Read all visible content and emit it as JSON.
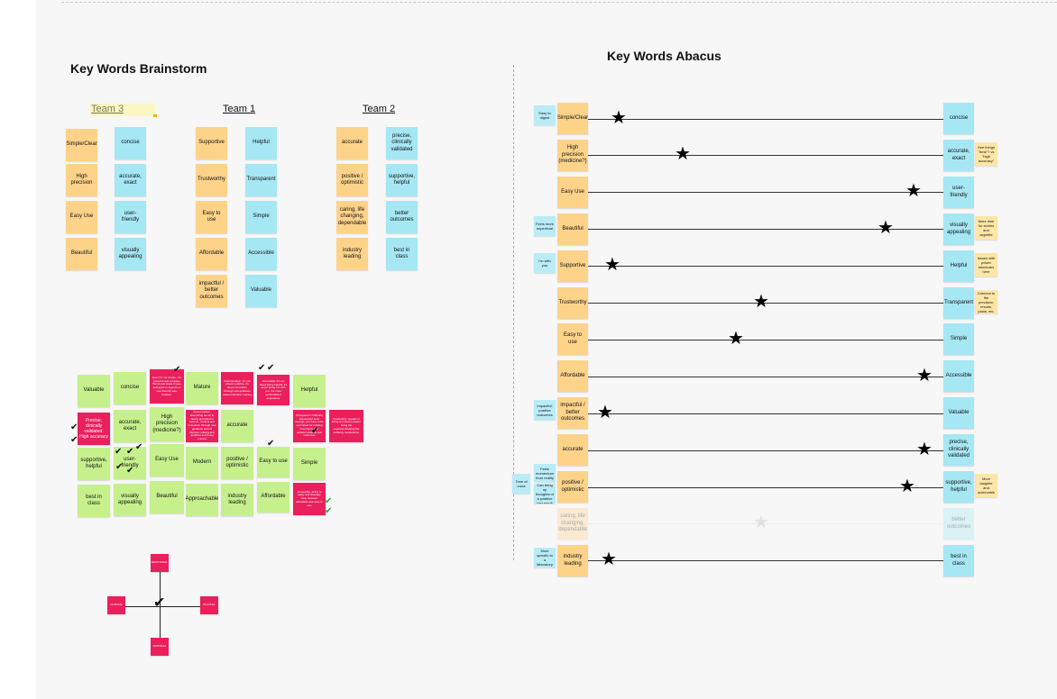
{
  "brainstorm": {
    "title": "Key Words Brainstorm",
    "teams": [
      "Team 3",
      "Team 1",
      "Team 2"
    ],
    "team3": {
      "yellow": [
        "Simple/Clear",
        "High precision",
        "Easy Use",
        "Beautiful"
      ],
      "blue": [
        "concise",
        "accurate, exact",
        "user-friendly",
        "visually appealing"
      ]
    },
    "team1": {
      "yellow": [
        "Supportive",
        "Trustworthy",
        "Easy to use",
        "Affordable",
        "impactful / better outcomes"
      ],
      "blue": [
        "Helpful",
        "Transparent",
        "Simple",
        "Accessible",
        "Valuable"
      ]
    },
    "team2": {
      "yellow": [
        "accurate",
        "positive / optimistic",
        "caring, life changing, dependable",
        "industry leading"
      ],
      "blue": [
        "precise, clinically validated",
        "supportive, helpful",
        "better outcomes",
        "best in class"
      ]
    }
  },
  "affinity": {
    "green": [
      "Valuable",
      "concise",
      "Mature",
      "Helpful",
      "High precision (medicine?)",
      "accurate, exact",
      "accurate",
      "supportive, helpful",
      "user-friendly",
      "Easy Use",
      "Modern",
      "positive / optimistic",
      "Easy to use",
      "Simple",
      "best in class",
      "visually appealing",
      "Beautiful",
      "Approachable",
      "industry leading",
      "Affordable"
    ],
    "pink": [
      "Even it's not simple - it's powerful and complex. We've just made it easy and quick to digest in a user-friendly way. Intuitive.",
      "Determination: it's not about medicine, it's about innovation through new guidance around decision making",
      "Accessible: it's not about being helpful, it's about being it is with you, the more personalized experience",
      "Precise, clinically validated: High accuracy",
      "Determination: Everything we do is clearly grounded in science, medical and innovation through new guidance around decision making and workflow and being current",
      "Transparent: Ordinarily transparent feels strange; you have to be committed for building trust highly with ambient patients and outcomes",
      "Trustworthy: speaks to being an industry leader being the expert/embodying the authority competence",
      "Accessible: ability to apply and leverage data, fantastic affordable and easy to use"
    ]
  },
  "axes": {
    "top": "EMOTIONAL",
    "left": "CLINICAL",
    "right": "PLAYFUL",
    "bottom": "RATIONAL"
  },
  "abacus": {
    "title": "Key Words Abacus",
    "rows": [
      {
        "left": "Simple/Clear",
        "right": "concise",
        "star": 0.09,
        "left_note": "Easy to digest",
        "right_note": ""
      },
      {
        "left": "High precision (medicine?)",
        "right": "accurate, exact",
        "star": 0.27,
        "left_note": "",
        "right_note": "See things \"best\"? vs \"high accuracy\""
      },
      {
        "left": "Easy Use",
        "right": "user-friendly",
        "star": 0.92,
        "left_note": "",
        "right_note": ""
      },
      {
        "left": "Beautiful",
        "right": "visually appealing",
        "star": 0.84,
        "left_note": "Feels more superficial",
        "right_note": "More time for stories and appetite"
      },
      {
        "left": "Supportive",
        "right": "Helpful",
        "star": 0.07,
        "left_note": "I'm with you",
        "right_note": "Issues with power structures here"
      },
      {
        "left": "Trustworthy",
        "right": "Transparent",
        "star": 0.49,
        "left_note": "",
        "right_note": "Connect to the precision, results, plans, etc."
      },
      {
        "left": "Easy to use",
        "right": "Simple",
        "star": 0.42,
        "left_note": "",
        "right_note": ""
      },
      {
        "left": "Affordable",
        "right": "Accessible",
        "star": 0.95,
        "left_note": "",
        "right_note": ""
      },
      {
        "left": "impactful / better outcomes",
        "right": "Valuable",
        "star": 0.05,
        "left_note": "Impactful: positive outcomes",
        "right_note": ""
      },
      {
        "left": "accurate",
        "right": "precise, clinically validated",
        "star": 0.95,
        "left_note": "",
        "right_note": ""
      },
      {
        "left": "positive / optimistic",
        "right": "supportive, helpful",
        "star": 0.9,
        "left_note": "Tone of voice",
        "left_note2": "Feels momentum from reality",
        "left_note3": "Can bring up thoughts of a positive test result",
        "right_note": "More tangible and achievable"
      },
      {
        "left": "caring, life changing, dependable",
        "right": "better outcomes",
        "star": 0.49,
        "left_note": "",
        "right_note": "",
        "faded": true
      },
      {
        "left": "industry leading",
        "right": "best in class",
        "star": 0.06,
        "left_note": "More specific to a laboratory",
        "right_note": ""
      }
    ]
  }
}
